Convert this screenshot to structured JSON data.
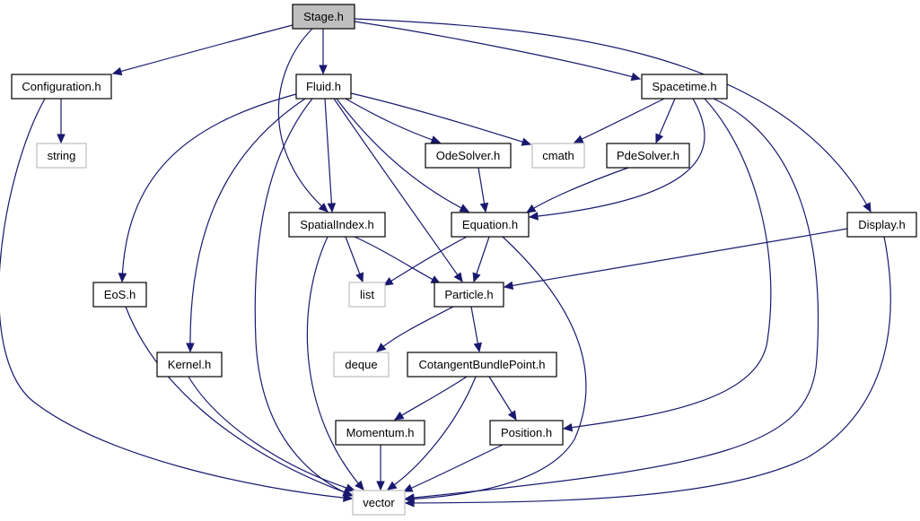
{
  "nodes": {
    "stage": {
      "label": "Stage.h",
      "kind": "main"
    },
    "configuration": {
      "label": "Configuration.h",
      "kind": "header"
    },
    "fluid": {
      "label": "Fluid.h",
      "kind": "header"
    },
    "spacetime": {
      "label": "Spacetime.h",
      "kind": "header"
    },
    "string": {
      "label": "string",
      "kind": "external"
    },
    "odesolver": {
      "label": "OdeSolver.h",
      "kind": "header"
    },
    "cmath": {
      "label": "cmath",
      "kind": "external"
    },
    "pdesolver": {
      "label": "PdeSolver.h",
      "kind": "header"
    },
    "spatialindex": {
      "label": "SpatialIndex.h",
      "kind": "header"
    },
    "equation": {
      "label": "Equation.h",
      "kind": "header"
    },
    "display": {
      "label": "Display.h",
      "kind": "header"
    },
    "eos": {
      "label": "EoS.h",
      "kind": "header"
    },
    "list": {
      "label": "list",
      "kind": "external"
    },
    "particle": {
      "label": "Particle.h",
      "kind": "header"
    },
    "kernel": {
      "label": "Kernel.h",
      "kind": "header"
    },
    "deque": {
      "label": "deque",
      "kind": "external"
    },
    "cotangent": {
      "label": "CotangentBundlePoint.h",
      "kind": "header"
    },
    "momentum": {
      "label": "Momentum.h",
      "kind": "header"
    },
    "position": {
      "label": "Position.h",
      "kind": "header"
    },
    "vector": {
      "label": "vector",
      "kind": "external"
    }
  },
  "edges": [
    [
      "stage",
      "configuration"
    ],
    [
      "stage",
      "fluid"
    ],
    [
      "stage",
      "spacetime"
    ],
    [
      "stage",
      "spatialindex"
    ],
    [
      "stage",
      "display"
    ],
    [
      "configuration",
      "string"
    ],
    [
      "configuration",
      "vector"
    ],
    [
      "fluid",
      "odesolver"
    ],
    [
      "fluid",
      "cmath"
    ],
    [
      "fluid",
      "equation"
    ],
    [
      "fluid",
      "spatialindex"
    ],
    [
      "fluid",
      "particle"
    ],
    [
      "fluid",
      "eos"
    ],
    [
      "fluid",
      "kernel"
    ],
    [
      "fluid",
      "vector"
    ],
    [
      "spacetime",
      "cmath"
    ],
    [
      "spacetime",
      "pdesolver"
    ],
    [
      "spacetime",
      "equation"
    ],
    [
      "spacetime",
      "position"
    ],
    [
      "spacetime",
      "vector"
    ],
    [
      "odesolver",
      "equation"
    ],
    [
      "pdesolver",
      "equation"
    ],
    [
      "equation",
      "list"
    ],
    [
      "equation",
      "particle"
    ],
    [
      "equation",
      "vector"
    ],
    [
      "spatialindex",
      "list"
    ],
    [
      "spatialindex",
      "particle"
    ],
    [
      "spatialindex",
      "vector"
    ],
    [
      "display",
      "particle"
    ],
    [
      "display",
      "vector"
    ],
    [
      "particle",
      "deque"
    ],
    [
      "particle",
      "cotangent"
    ],
    [
      "cotangent",
      "momentum"
    ],
    [
      "cotangent",
      "position"
    ],
    [
      "cotangent",
      "vector"
    ],
    [
      "momentum",
      "vector"
    ],
    [
      "position",
      "vector"
    ],
    [
      "eos",
      "vector"
    ],
    [
      "kernel",
      "vector"
    ]
  ],
  "colors": {
    "edge": "#191970",
    "main_fill": "#bfbfbf",
    "external_border": "#bfbfbf",
    "header_border": "#000000"
  }
}
